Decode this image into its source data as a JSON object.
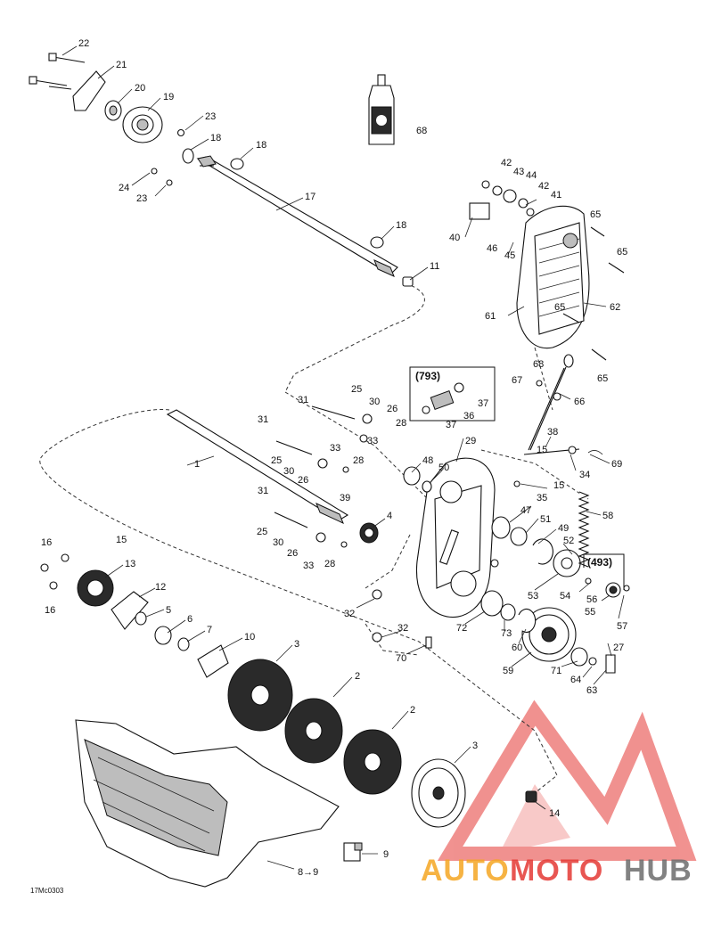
{
  "labels": {
    "l1": "1",
    "l2a": "2",
    "l2b": "2",
    "l3a": "3",
    "l3b": "3",
    "l4": "4",
    "l5": "5",
    "l6": "6",
    "l7": "7",
    "l8": "8→9",
    "l9": "9",
    "l10": "10",
    "l11": "11",
    "l12": "12",
    "l13": "13",
    "l14": "14",
    "l15a": "15",
    "l15b": "15",
    "l15c": "15",
    "l16a": "16",
    "l16b": "16",
    "l17": "17",
    "l18a": "18",
    "l18b": "18",
    "l18c": "18",
    "l19": "19",
    "l20": "20",
    "l21": "21",
    "l22": "22",
    "l23a": "23",
    "l23b": "23",
    "l24": "24",
    "l25a": "25",
    "l25b": "25",
    "l25c": "25",
    "l26a": "26",
    "l26b": "26",
    "l26c": "26",
    "l27": "27",
    "l28a": "28",
    "l28b": "28",
    "l28c": "28",
    "l29": "29",
    "l30a": "30",
    "l30b": "30",
    "l30c": "30",
    "l31a": "31",
    "l31b": "31",
    "l31c": "31",
    "l32a": "32",
    "l32b": "32",
    "l33a": "33",
    "l33b": "33",
    "l33c": "33",
    "l34": "34",
    "l35": "35",
    "l36": "36",
    "l37a": "37",
    "l37b": "37",
    "l38": "38",
    "l39": "39",
    "l40": "40",
    "l41": "41",
    "l42a": "42",
    "l42b": "42",
    "l43": "43",
    "l44": "44",
    "l45": "45",
    "l46": "46",
    "l47": "47",
    "l48": "48",
    "l49": "49",
    "l50": "50",
    "l51": "51",
    "l52": "52",
    "l53": "53",
    "l54": "54",
    "l55": "55",
    "l56": "56",
    "l57": "57",
    "l58": "58",
    "l59": "59",
    "l60": "60",
    "l61": "61",
    "l62": "62",
    "l63": "63",
    "l64": "64",
    "l65a": "65",
    "l65b": "65",
    "l65c": "65",
    "l65d": "65",
    "l66": "66",
    "l67": "67",
    "l68a": "68",
    "l68b": "68",
    "l69": "69",
    "l70": "70",
    "l71": "71",
    "l72": "72",
    "l73": "73"
  },
  "boxes": {
    "b793": "(793)",
    "b493": "(493)"
  },
  "drawing_code": "17Mc0303",
  "watermark": {
    "text_auto": "AUTO",
    "text_moto": "MOTO",
    "text_hub": "HUB",
    "color_red": "#e53935",
    "color_orange": "#f5a623",
    "color_gray": "#6d6d6d"
  }
}
